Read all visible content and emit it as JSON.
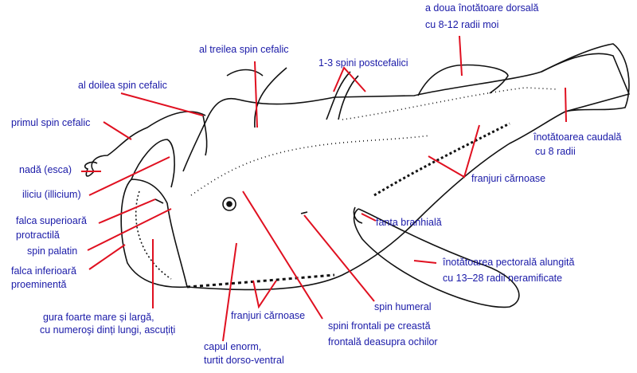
{
  "colors": {
    "label": "#1a1aa8",
    "leader": "#e01020",
    "drawing": "#111111"
  },
  "labels": {
    "dorsal_fin_1": "a doua înotătoare dorsală",
    "dorsal_fin_2": "cu 8-12 radii moi",
    "third_spine": "al treilea spin cefalic",
    "postcephalic": "1-3 spini postcefalici",
    "second_spine": "al doilea spin cefalic",
    "first_spine": "primul spin cefalic",
    "caudal_1": "înotătoarea caudală",
    "caudal_2": "cu 8 radii",
    "esca": "nadă (esca)",
    "fringes_tail": "franjuri cărnoase",
    "illicium": "iliciu (illicium)",
    "upper_jaw_1": "falca superioară",
    "upper_jaw_2": "protractilă",
    "gill_slit": "fanta branhială",
    "palatine": "spin palatin",
    "lower_jaw_1": "falca inferioară",
    "lower_jaw_2": "proeminentă",
    "pectoral_1": "înotătoarea pectorală alungită",
    "pectoral_2": "cu 13–28 radii neramificate",
    "humeral": "spin humeral",
    "mouth_1": "gura foarte mare și largă,",
    "mouth_2": "cu numeroşi dinți lungi, ascuțiți",
    "fringes_belly": "franjuri cărnoase",
    "frontal_1": "spini frontali pe creastă",
    "frontal_2": "frontală deasupra ochilor",
    "head_1": "capul enorm,",
    "head_2": "turtit dorso-ventral"
  }
}
